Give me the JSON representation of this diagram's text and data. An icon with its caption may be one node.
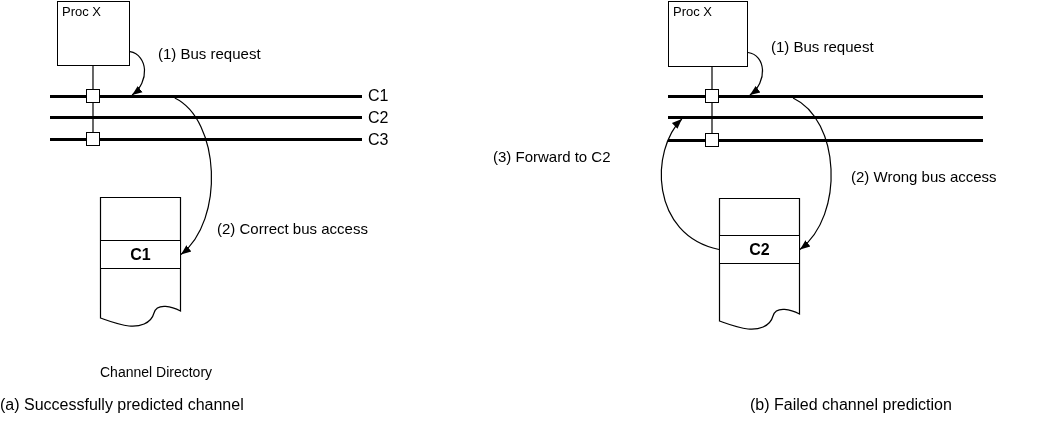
{
  "diagram": {
    "nodes": [
      {
        "text": [
          "Proc X"
        ]
      },
      {
        "text": [],
        "shape": "bar",
        "beside": [
          "C1"
        ]
      },
      {
        "text": [],
        "shape": "bar",
        "beside": [
          "C2"
        ]
      },
      {
        "text": [],
        "shape": "bar",
        "beside": [
          "C3"
        ]
      },
      {
        "text": [],
        "shape": "box",
        "beside": [
          "Channel Directory"
        ]
      },
      {
        "text": [
          "C1"
        ],
        "in": 4
      },
      {
        "text": [
          "Proc X"
        ]
      },
      {
        "text": [],
        "shape": "bar"
      },
      {
        "text": [],
        "shape": "bar"
      },
      {
        "text": [],
        "shape": "bar"
      },
      {
        "text": [],
        "shape": "box"
      },
      {
        "text": [
          "C2"
        ],
        "in": 10
      },
      {
        "text": [],
        "shape": "box"
      },
      {
        "text": [],
        "shape": "box"
      },
      {
        "text": [],
        "shape": "box"
      },
      {
        "text": [],
        "shape": "box"
      }
    ],
    "edges": [
      {
        "from": 0,
        "to": 1,
        "arrow": "to",
        "label": "(1) Bus request"
      },
      {
        "from": 0,
        "to": 12,
        "arrow": "none"
      },
      {
        "from": 12,
        "to": 13,
        "arrow": "none"
      },
      {
        "from": 1,
        "to": 5,
        "arrow": "to",
        "label": "(2) Correct bus access"
      },
      {
        "from": 6,
        "to": 7,
        "arrow": "to",
        "label": "(1) Bus request"
      },
      {
        "from": 6,
        "to": 14,
        "arrow": "none"
      },
      {
        "from": 14,
        "to": 15,
        "arrow": "none"
      },
      {
        "from": 7,
        "to": 11,
        "arrow": "to",
        "label": "(2) Wrong bus access"
      },
      {
        "from": 11,
        "to": 8,
        "arrow": "to",
        "label": "(3) Forward to C2"
      }
    ],
    "labels": [
      "(a) Successfully predicted channel",
      "(b) Failed channel prediction"
    ]
  }
}
